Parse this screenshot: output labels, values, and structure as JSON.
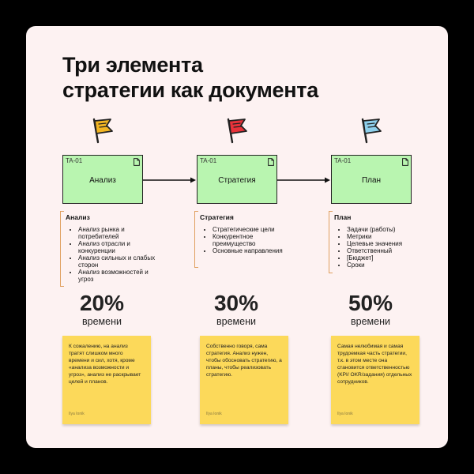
{
  "title_line1": "Три элемента",
  "title_line2": "стратегии как документа",
  "colors": {
    "flag1": "#f2b522",
    "flag2": "#e8323a",
    "flag3": "#8ed0ec",
    "node": "#b9f5b0",
    "note": "#fcd95a",
    "bracket": "#e0a060"
  },
  "nodes": [
    {
      "code": "TA-01",
      "label": "Анализ",
      "icon": "document-icon"
    },
    {
      "code": "TA-01",
      "label": "Стратегия",
      "icon": "document-icon"
    },
    {
      "code": "TA-01",
      "label": "План",
      "icon": "document-icon"
    }
  ],
  "sections": [
    {
      "title": "Анализ",
      "items": [
        "Анализ рынка и потребителей",
        "Анализ отрасли и конкуренции",
        "Анализ сильных и слабых сторон",
        "Анализ возможностей и угроз"
      ]
    },
    {
      "title": "Стратегия",
      "items": [
        "Стратегические цели",
        "Конкурентное преимущество",
        "Основные направления"
      ]
    },
    {
      "title": "План",
      "items": [
        "Задачи (работы)",
        "Метрики",
        "Целевые значения",
        "Ответственный",
        "[Бюджет]",
        "Сроки"
      ]
    }
  ],
  "percents": [
    {
      "value": "20%",
      "sub": "времени"
    },
    {
      "value": "30%",
      "sub": "времени"
    },
    {
      "value": "50%",
      "sub": "времени"
    }
  ],
  "notes": [
    {
      "text": "К сожалению, на анализ тратят слишком много времени и сил, хотя, кроме «анализа возможности и угроз», анализ не раскрывает целей и планов.",
      "author": "Ilya Ionik"
    },
    {
      "text": "Собственно говоря, сама стратегия. Анализ нужен, чтобы обосновать стратегию, а планы, чтобы реализовать стратегию.",
      "author": "Ilya Ionik"
    },
    {
      "text": "Самая нелюбимая и самая трудоемкая часть стратегии, т.к. в этом месте она становится ответственностью (KPI/ OKR/задания) отдельных сотрудников.",
      "author": "Ilya Ionik"
    }
  ]
}
